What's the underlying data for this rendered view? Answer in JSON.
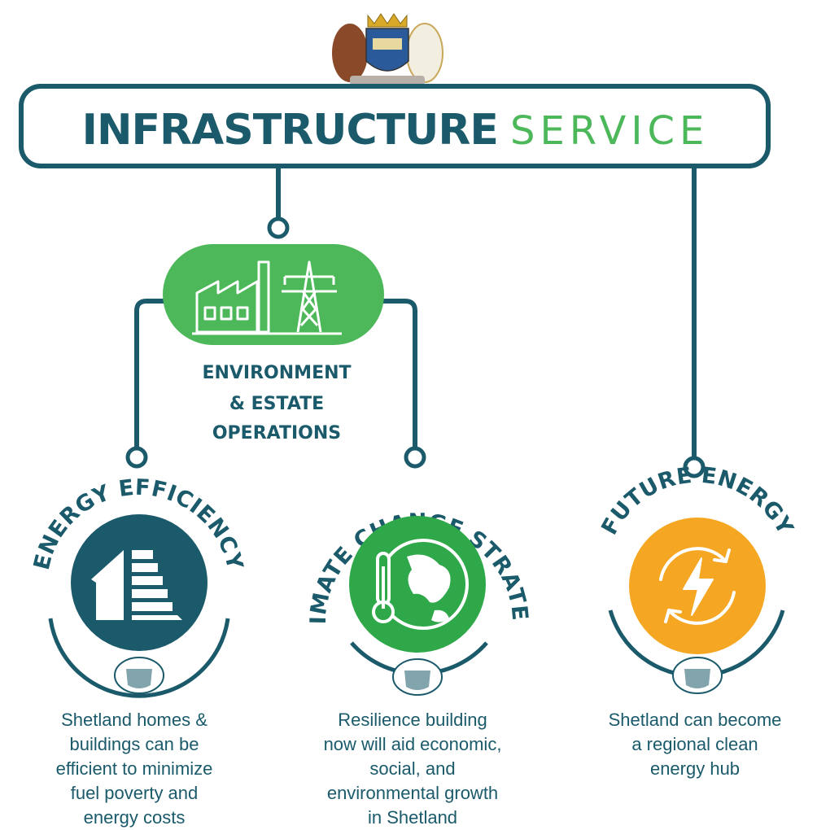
{
  "header": {
    "title_bold": "INFRASTRUCTURE",
    "title_light": "SERVICE"
  },
  "hub": {
    "label_line1": "ENVIRONMENT",
    "label_line2": "& ESTATE",
    "label_line3": "OPERATIONS",
    "icon": "factory-pylon-icon"
  },
  "branches": [
    {
      "title": "ENERGY EFFICIENCY",
      "icon": "house-energy-rating-icon",
      "caption": "Shetland homes &\nbuildings can be\nefficient to minimize\nfuel poverty and\nenergy costs"
    },
    {
      "title": "CLIMATE CHANGE STRATEGY",
      "icon": "globe-thermometer-icon",
      "caption": "Resilience building\nnow will aid economic,\nsocial, and\nenvironmental growth\nin Shetland"
    },
    {
      "title": "FUTURE ENERGY",
      "icon": "renewable-energy-icon",
      "caption": "Shetland can become\na regional clean\nenergy hub"
    }
  ],
  "colors": {
    "teal": "#1a5a6a",
    "green": "#4cb85a",
    "green_dark": "#2fa84a",
    "orange": "#f5a623",
    "white": "#ffffff"
  }
}
